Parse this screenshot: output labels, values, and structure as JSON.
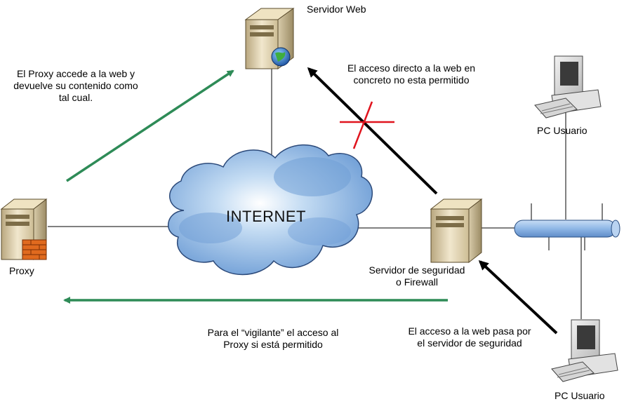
{
  "nodes": {
    "web_server": "Servidor Web",
    "proxy": "Proxy",
    "firewall_line1": "Servidor de seguridad",
    "firewall_line2": "o Firewall",
    "pc_top": "PC Usuario",
    "pc_bottom": "PC Usuario",
    "cloud": "INTERNET"
  },
  "notes": {
    "proxy_access": [
      "El Proxy accede a la web y",
      "devuelve su contenido como",
      "tal cual."
    ],
    "direct_denied": [
      "El acceso directo a la web en",
      "concreto no esta permitido"
    ],
    "proxy_allowed": [
      "Para el “vigilante” el acceso al",
      "Proxy si está permitido"
    ],
    "via_firewall": [
      "El acceso a la web pasa por",
      "el servidor de seguridad"
    ]
  },
  "colors": {
    "green_arrow": "#2e8b57",
    "black_arrow": "#000000",
    "deny_cross": "#e0141e",
    "cloud_fill": "#7fa9d9",
    "bus_fill": "#8fb7e6"
  },
  "icons": {
    "web_server": "server-globe-icon",
    "proxy": "server-firewall-icon",
    "firewall": "server-icon",
    "pc": "desktop-pc-icon",
    "cloud": "internet-cloud-icon",
    "bus": "network-bus-icon"
  }
}
